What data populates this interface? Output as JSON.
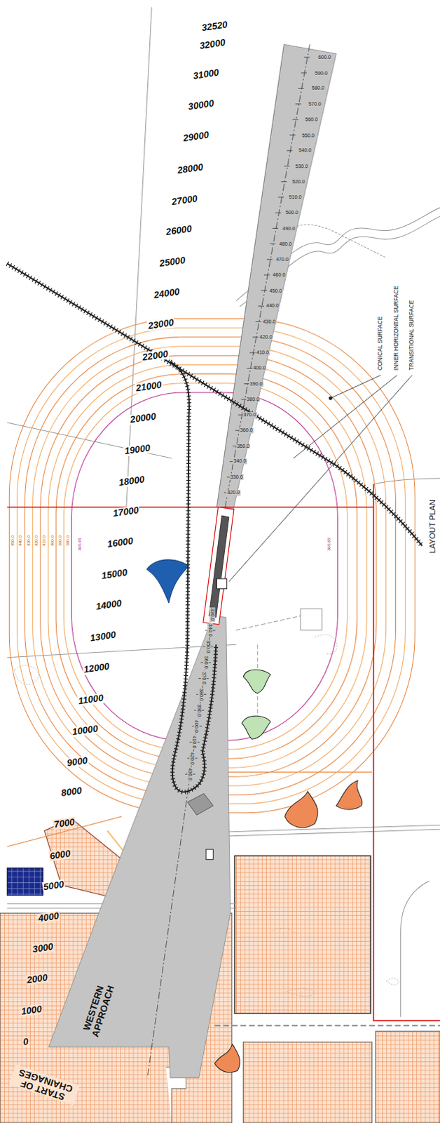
{
  "diagram": {
    "labels": [
      "32520",
      "32000",
      "31000",
      "30000",
      "29000",
      "28000",
      "27000",
      "26000",
      "25000",
      "24000",
      "23000",
      "22000",
      "21000",
      "20000",
      "19000",
      "18000",
      "17000",
      "16000",
      "15000",
      "14000",
      "13000",
      "12000",
      "11000",
      "10000",
      "9000",
      "8000",
      "7000",
      "6000",
      "5000",
      "4000",
      "3000",
      "2000",
      "1000",
      "0",
      "600.0",
      "590.0",
      "580.0",
      "570.0",
      "560.0",
      "550.0",
      "540.0",
      "530.0",
      "520.0",
      "510.0",
      "500.0",
      "490.0",
      "480.0",
      "470.0",
      "460.0",
      "450.0",
      "440.0",
      "430.0",
      "420.0",
      "410.0",
      "400.0",
      "390.0",
      "380.0",
      "370.0",
      "360.0",
      "350.0",
      "340.0",
      "330.0",
      "320.0",
      "330.0",
      "340.0",
      "350.0",
      "360.0",
      "370.0",
      "380.0",
      "390.0",
      "400.0",
      "410.0",
      "420.0",
      "430.0",
      "450.0",
      "440.0",
      "430.0",
      "420.0",
      "410.0",
      "400.0",
      "390.0",
      "380.0",
      "365.65",
      "365.65",
      "CONICAL SURFACE",
      "INNER HORIZONTAL SURFACE",
      "TRANSITIONAL SURFACE",
      "LAYOUT PLAN",
      "WESTERN APPROACH",
      "START OF CHAINAGES"
    ]
  }
}
